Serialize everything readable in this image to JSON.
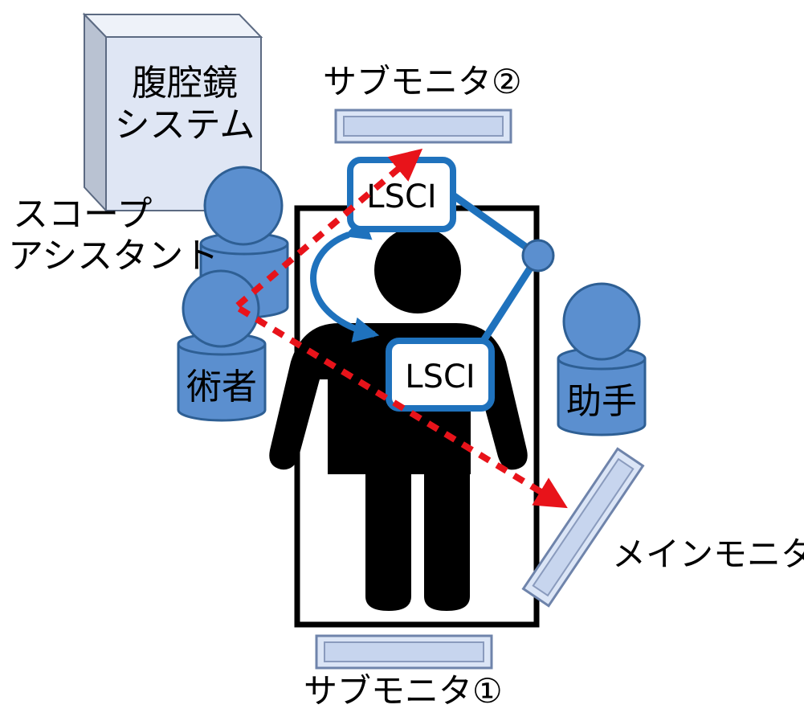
{
  "labels": {
    "laparoscope_system": [
      "腹腔鏡",
      "システム"
    ],
    "scope_assistant": [
      "スコープ",
      "アシスタント"
    ],
    "surgeon": "術者",
    "assistant": "助手",
    "sub_monitor_2": "サブモニタ②",
    "sub_monitor_1": "サブモニタ①",
    "main_monitor": "メインモニタ",
    "lsci_top": "LSCI",
    "lsci_bottom": "LSCI"
  },
  "colors": {
    "person_fill": "#5b8fcf",
    "person_stroke": "#2e5f94",
    "device_blue": "#1f72bd",
    "monitor_fill": "#dbe5f6",
    "monitor_stroke": "#6f84ab",
    "cabinet_front": "#dfe6f4",
    "cabinet_side": "#b9c2d2",
    "cabinet_top": "#eef2f9",
    "line_of_sight": "#e8131a",
    "patient": "#000000"
  }
}
